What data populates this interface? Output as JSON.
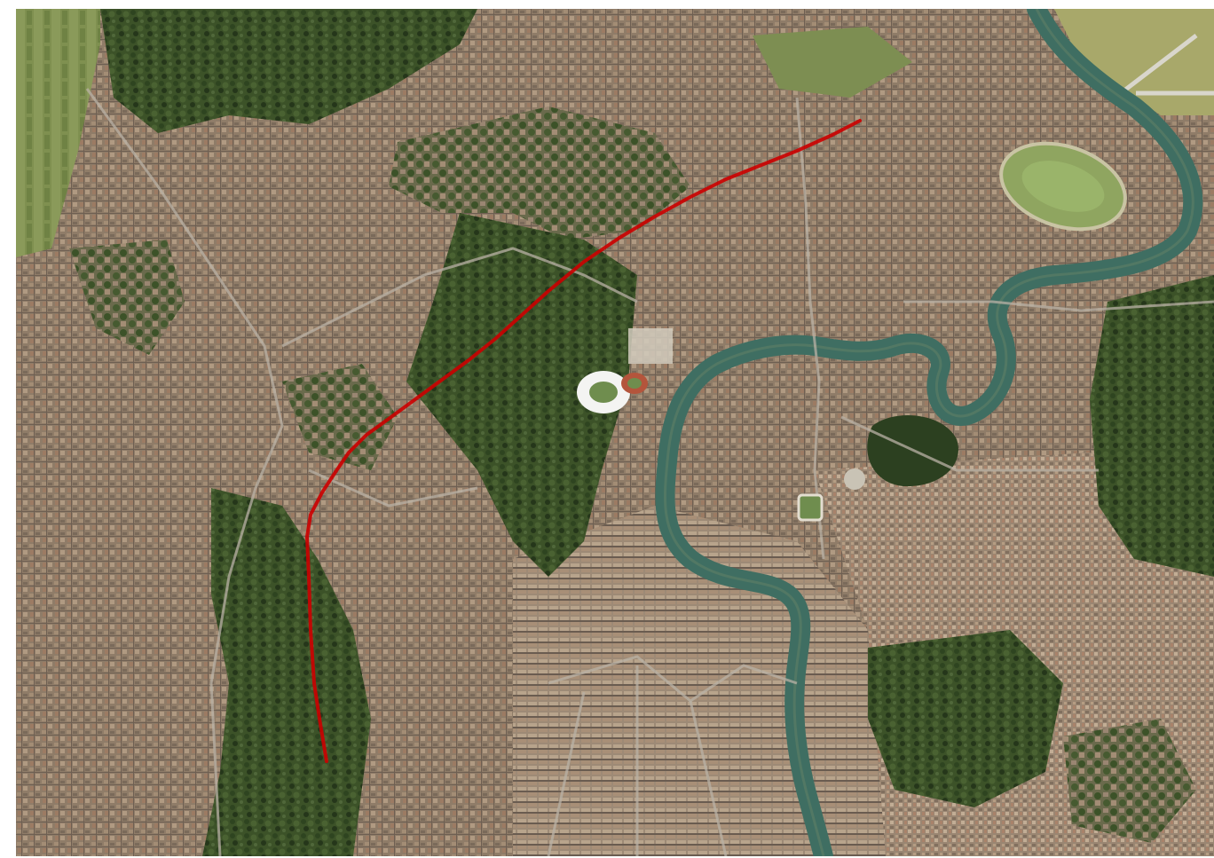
{
  "map": {
    "kind": "satellite-imagery",
    "labels": [],
    "colors": {
      "urban": "#8f7c68",
      "urban_dark": "#6e5f52",
      "vegetation": "#3c5228",
      "vegetation_dark": "#25361a",
      "field": "#8a9a5a",
      "river": "#3f6e62",
      "river_edge": "#5f7f66",
      "road": "#b9b2a6",
      "stadium_roof": "#f4f4f2",
      "track_red": "#b4553c",
      "route": "#cc0000"
    },
    "features": {
      "route": {
        "type": "polyline",
        "icon": "route-line"
      },
      "river": {
        "name_shown": false,
        "icon": "river-icon"
      },
      "stadium": {
        "icon": "stadium-icon"
      },
      "racecourse": {
        "icon": "racecourse-icon"
      },
      "airfield": {
        "icon": "runway-icon"
      }
    }
  }
}
